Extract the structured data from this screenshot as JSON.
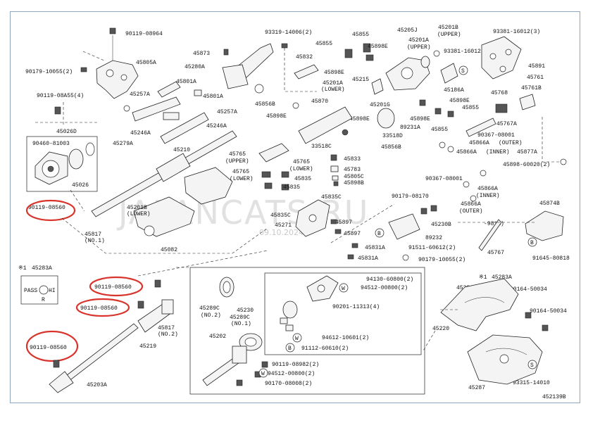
{
  "watermark": {
    "text": "JAPANCATS.RU",
    "date": "09.10.2024"
  },
  "diagram_id": "452139B",
  "highlighted_part": "90119-08560",
  "labels": {
    "p90119_08964": "90119-08964",
    "p45805A": "45805A",
    "p90179_10055_2": "90179-10055(2)",
    "p90119_08A55_4": "90119-08A55(4)",
    "p45873": "45873",
    "p45280A": "45280A",
    "p45801A": "45801A",
    "p45801A_2": "45801A",
    "p45257A": "45257A",
    "p45257A_2": "45257A",
    "p45246A": "45246A",
    "p45246A_2": "45246A",
    "p45279A": "45279A",
    "p45026D": "45026D",
    "p90460_81003": "90460-81003",
    "p45026": "45026",
    "p45210": "45210",
    "p45201B_lower": "45201B",
    "lower1": "(LOWER)",
    "p45817_no1": "45817",
    "no1": "(NO.1)",
    "p45082": "45082",
    "p90119_08560_a": "90119-08560",
    "p93319_14006_2": "93319-14006(2)",
    "p45832": "45832",
    "p45898E_a": "45898E",
    "p45855_a": "45855",
    "p45855_b": "45855",
    "p45898E_b": "45898E",
    "p45201A_lower": "45201A",
    "lower2": "(LOWER)",
    "p45215": "45215",
    "p45856B_a": "45856B",
    "p45898E_c": "45898E",
    "p45870": "45870",
    "p45201G": "45201G",
    "p45898E_d": "45898E",
    "p33518D": "33518D",
    "p45856B_b": "45856B",
    "p33518C": "33518C",
    "p45833": "45833",
    "p45783": "45783",
    "p45805C": "45805C",
    "p45898B": "45898B",
    "p45765_upper": "45765",
    "upper1": "(UPPER)",
    "p45765_lower_a": "45765",
    "lower3": "(LOWER)",
    "p45765_lower_b": "45765",
    "lower4": "(LOWER)",
    "p45835": "45835",
    "p45835_b": "45835",
    "p45835C": "45835C",
    "p45835C_b": "45835C",
    "p45271": "45271",
    "p45897_a": "45897",
    "p45897_b": "45897",
    "p45831A_a": "45831A",
    "p45831A_b": "45831A",
    "p45205J": "45205J",
    "p45201B_upper": "45201B",
    "upper2": "(UPPER)",
    "p45201A_upper": "45201A",
    "upper3": "(UPPER)",
    "p93381_16012": "93381-16012",
    "p93381_16012_3": "93381-16012(3)",
    "p45891": "45891",
    "p45186A": "45186A",
    "p45761": "45761",
    "p45768": "45768",
    "p45761B": "45761B",
    "p45898E_e": "45898E",
    "p45855_c": "45855",
    "p45898E_f": "45898E",
    "p89231A": "89231A",
    "p45855_d": "45855",
    "p45767A": "45767A",
    "p90367_08001": "90367-08001",
    "p45866A_outer": "45866A",
    "outer1": "(OUTER)",
    "p45866A_inner": "45866A",
    "inner1": "(INNER)",
    "p45877A": "45877A",
    "p45898_60020_2": "45898-60020(2)",
    "p90367_08001_b": "90367-08001",
    "p45866A_inner_b": "45866A",
    "inner2": "(INNER)",
    "p90179_08170": "90179-08170",
    "p45866A_outer_b": "45866A",
    "outer2": "(OUTER)",
    "p45874B": "45874B",
    "p45230B": "45230B",
    "p89232": "89232",
    "p9811": "-9811)",
    "p91511_60612_2": "91511-60612(2)",
    "p45767": "45767",
    "p91645_80818": "91645-80818",
    "p90179_10055_2b": "90179-10055(2)",
    "p45283A": "45283A",
    "p45283A_b": "45283A",
    "mark1": "※1",
    "mark2": "※1",
    "pass": "PASS",
    "hi": "HI",
    "r": "R",
    "p90119_08560_b": "90119-08560",
    "p90119_08560_c": "90119-08560",
    "p90119_08560_d": "90119-08560",
    "p45817_no2": "45817",
    "no2": "(NO.2)",
    "p45219": "45219",
    "p45203A": "45203A",
    "p45289C_no2": "45289C",
    "no3": "(NO.2)",
    "p45230": "45230",
    "p45289C_no1": "45289C",
    "no4": "(NO.1)",
    "p45202": "45202",
    "p94130_60800_2": "94130-60800(2)",
    "p94512_00800_2": "94512-00800(2)",
    "p90201_11313_4": "90201-11313(4)",
    "p94612_10601_2": "94612-10601(2)",
    "p91112_60610_2": "91112-60610(2)",
    "p90119_08982_2": "90119-08982(2)",
    "p94512_00800_2b": "94512-00800(2)",
    "p90170_08008_2": "90170-08008(2)",
    "p45286B": "45286B",
    "p90164_50034": "90164-50034",
    "p90164_50034_b": "90164-50034",
    "p45220": "45220",
    "p45287": "45287",
    "p93315_14010": "93315-14010",
    "circB": "B",
    "circS": "S",
    "circW": "W"
  },
  "icons": [
    "steering-column-exploded-view",
    "turn-signal-switch-icon",
    "bolt-icon",
    "nut-icon",
    "washer-icon"
  ],
  "colors": {
    "highlight": "#d9342b",
    "line": "#222222",
    "frame": "#8fa6c0"
  }
}
